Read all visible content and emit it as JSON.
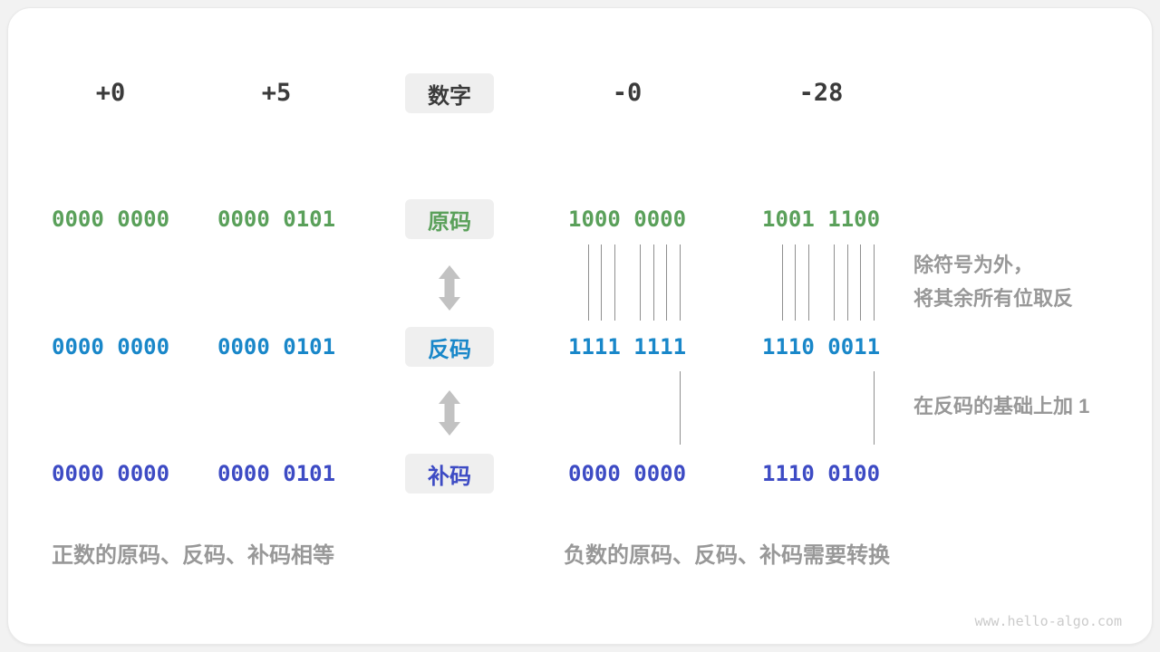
{
  "palette": {
    "green": "#5AA05A",
    "blue": "#1987C9",
    "indigo": "#3D4BC4",
    "dark": "#3B3B3B",
    "gray_text": "#989898",
    "badge_bg": "#EFEFEF",
    "line": "#8F8F8F",
    "arrow": "#C2C2C2",
    "watermark": "#CBCBCB"
  },
  "header": {
    "labels": [
      "+0",
      "+5",
      "-0",
      "-28"
    ],
    "center_badge": "数字"
  },
  "rows": [
    {
      "badge": "原码",
      "meaning": "sign-magnitude",
      "values": [
        "0000 0000",
        "0000 0101",
        "1000 0000",
        "1001 1100"
      ]
    },
    {
      "badge": "反码",
      "meaning": "ones-complement",
      "values": [
        "0000 0000",
        "0000 0101",
        "1111 1111",
        "1110 0011"
      ]
    },
    {
      "badge": "补码",
      "meaning": "twos-complement",
      "values": [
        "0000 0000",
        "0000 0101",
        "0000 0000",
        "1110 0100"
      ]
    }
  ],
  "annotations": {
    "invert_line1": "除符号为外，",
    "invert_line2": "将其余所有位取反",
    "add_one": "在反码的基础上加 1"
  },
  "captions": {
    "positive": "正数的原码、反码、补码相等",
    "negative": "负数的原码、反码、补码需要转换"
  },
  "watermark": "www.hello-algo.com",
  "markers": {
    "invert": {
      "bit_indices": [
        1,
        2,
        3,
        5,
        6,
        7,
        8
      ],
      "columns": [
        "neg0",
        "neg28"
      ]
    },
    "add_one": {
      "bit_indices": [
        8
      ],
      "columns": [
        "neg0",
        "neg28"
      ]
    }
  }
}
